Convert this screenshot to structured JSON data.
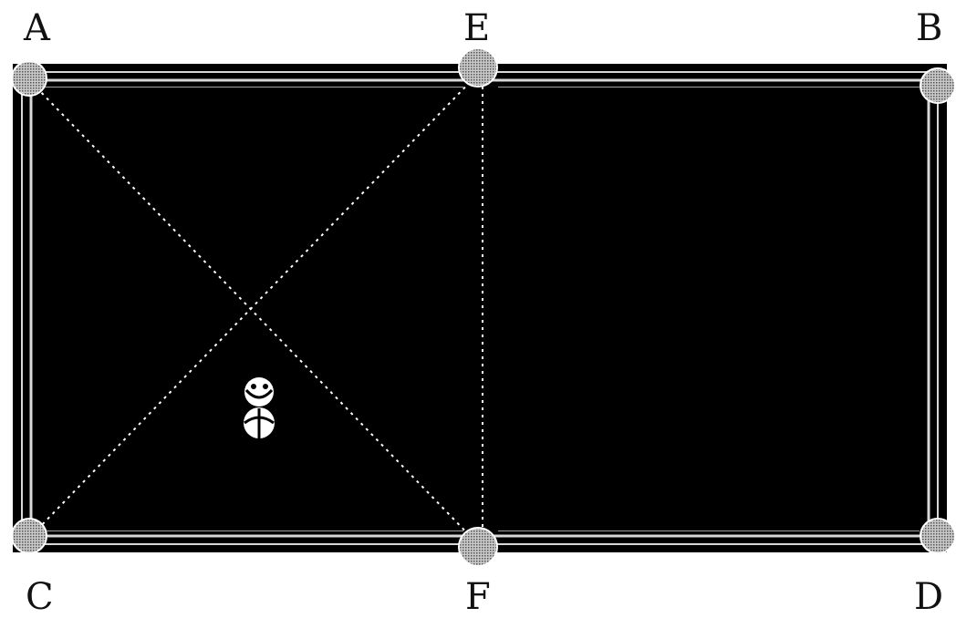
{
  "diagram": {
    "labels": {
      "A": "A",
      "E": "E",
      "B": "B",
      "C": "C",
      "F": "F",
      "D": "D"
    }
  },
  "colors": {
    "background": "#ffffff",
    "table_felt": "#000000",
    "cushion": "#e8e8e8",
    "pocket_ball": "#9a9a9a",
    "cue_ball": "#ffffff",
    "guide_lines": "#ffffff",
    "label_text": "#111111"
  }
}
